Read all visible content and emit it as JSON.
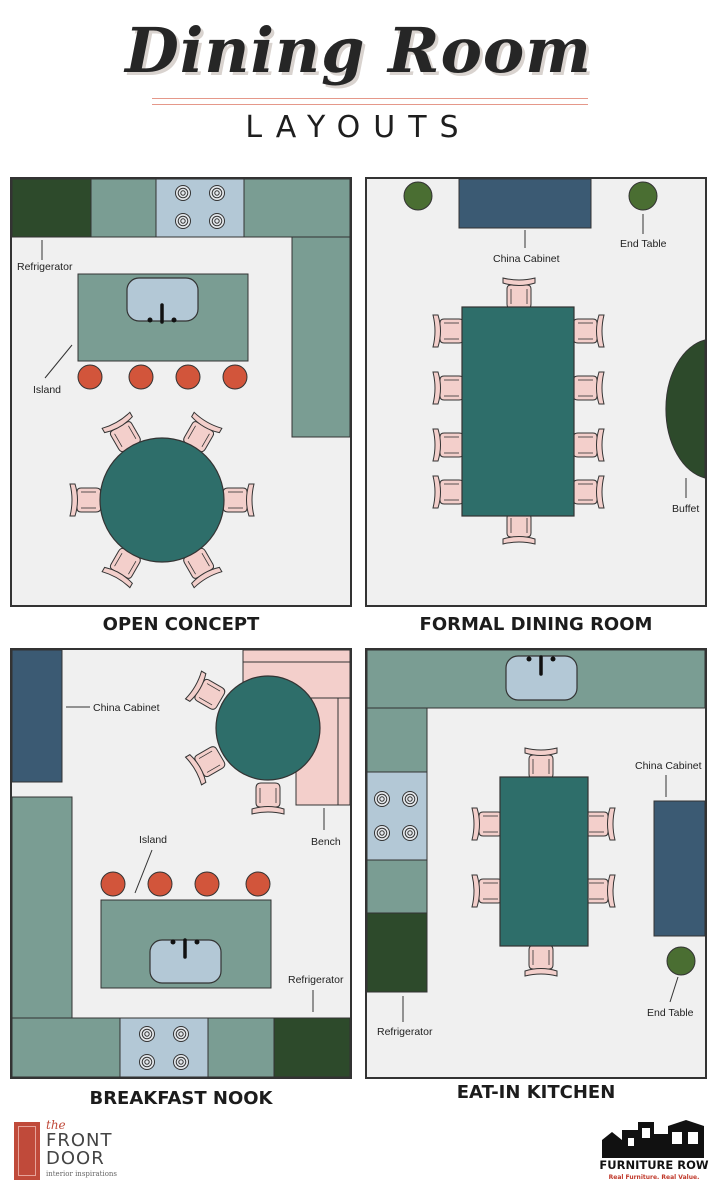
{
  "header": {
    "title": "Dining Room",
    "subtitle": "LAYOUTS"
  },
  "colors": {
    "background": "#ffffff",
    "floor": "#f0f0f0",
    "counter": "#7a9d93",
    "dark_green": "#2d4a2b",
    "navy": "#3b5a73",
    "table_teal": "#2e6e6a",
    "chair_pink": "#f3cfcb",
    "stool_orange": "#d2553b",
    "plant_green": "#4a6e32",
    "stove_blue": "#b3c8d6",
    "sink_blue": "#b3c8d6"
  },
  "plans": [
    {
      "title": "OPEN CONCEPT",
      "labels": {
        "refrigerator": "Refrigerator",
        "island": "Island"
      }
    },
    {
      "title": "FORMAL DINING ROOM",
      "labels": {
        "china_cabinet": "China Cabinet",
        "end_table": "End Table",
        "buffet": "Buffet"
      }
    },
    {
      "title": "BREAKFAST NOOK",
      "labels": {
        "china_cabinet": "China Cabinet",
        "island": "Island",
        "bench": "Bench",
        "refrigerator": "Refrigerator"
      }
    },
    {
      "title": "EAT-IN KITCHEN",
      "labels": {
        "china_cabinet": "China Cabinet",
        "refrigerator": "Refrigerator",
        "end_table": "End Table"
      }
    }
  ],
  "footer": {
    "left_logo": {
      "the": "the",
      "front": "FRONT",
      "door": "DOOR",
      "tagline": "interior inspirations"
    },
    "right_logo": {
      "name": "FURNITURE ROW",
      "tagline": "Real Furniture. Real Value."
    }
  }
}
